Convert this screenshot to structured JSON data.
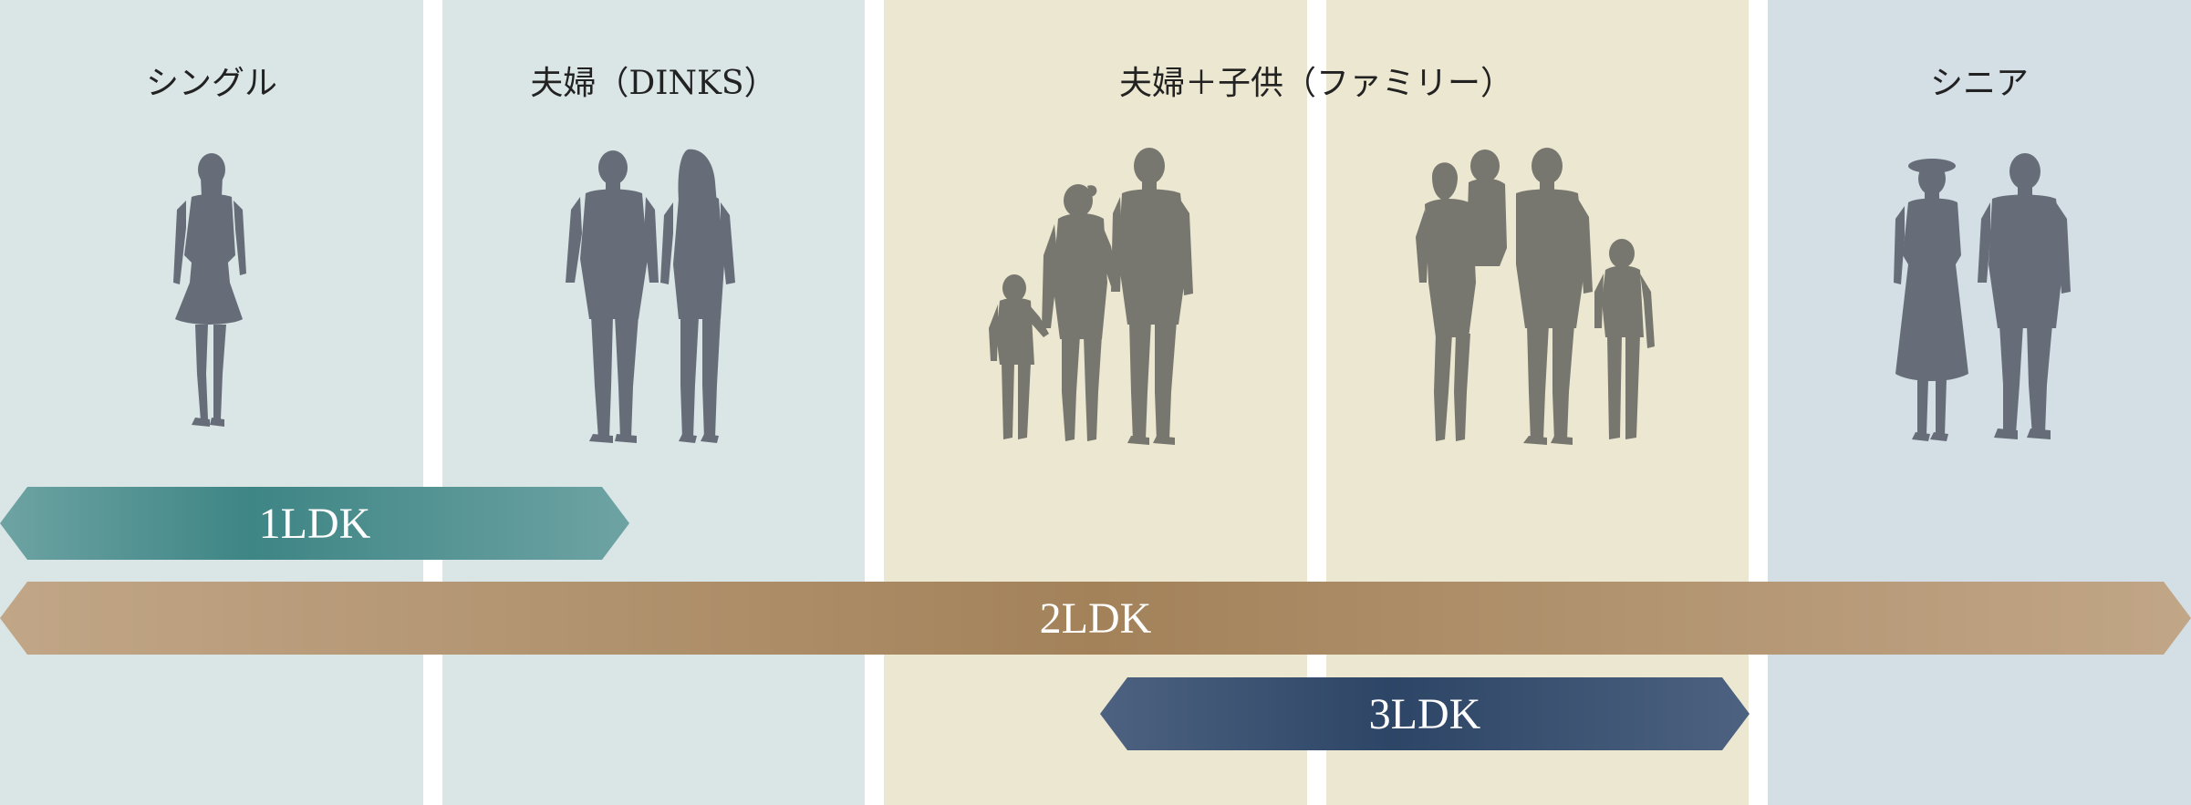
{
  "segments": {
    "single": "シングル",
    "dinks": "夫婦（DINKS）",
    "family": "夫婦＋子供（ファミリー）",
    "senior": "シニア"
  },
  "layouts": {
    "1ldk": "1LDK",
    "2ldk": "2LDK",
    "3ldk": "3LDK"
  },
  "colors": {
    "panel_blue": "#dae5e6",
    "panel_beige": "#ece7d0",
    "panel_senior": "#d4dee5",
    "figure_slate": "#666d78",
    "figure_olive": "#77776f",
    "band_1ldk": "#3e8585",
    "band_2ldk": "#a3825a",
    "band_3ldk": "#2d4566"
  }
}
